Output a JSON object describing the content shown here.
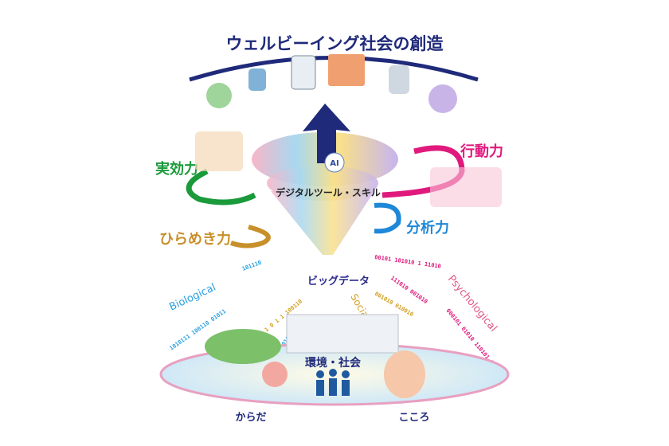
{
  "title": "ウェルビーイング社会の創造",
  "skills": {
    "execution": "実効力",
    "action": "行動力",
    "analysis": "分析力",
    "inspiration": "ひらめき力"
  },
  "center": {
    "digital_tools": "デジタルツール・スキル",
    "ai": "AI"
  },
  "data": {
    "big_data": "ビッグデータ",
    "biological": "Biological",
    "social": "Social",
    "psychological": "Psychological",
    "binary": [
      "1010111 100110 01011",
      "101110",
      "00 1 0 1 1 100110",
      "101010",
      "001010 010010",
      "111010 001010",
      "000101 01010 110101 010010",
      "00101 101010 1 11010"
    ]
  },
  "bottom": {
    "environment_society": "環境・社会",
    "body": "からだ",
    "mind": "こころ"
  },
  "colors": {
    "title": "#1f2a7a",
    "execution": "#1a9a3a",
    "action": "#e0197d",
    "analysis": "#1e88d8",
    "inspiration": "#c8902a",
    "biological": "#2aa0e0",
    "social": "#d4a020",
    "psychological": "#e05a8a"
  }
}
